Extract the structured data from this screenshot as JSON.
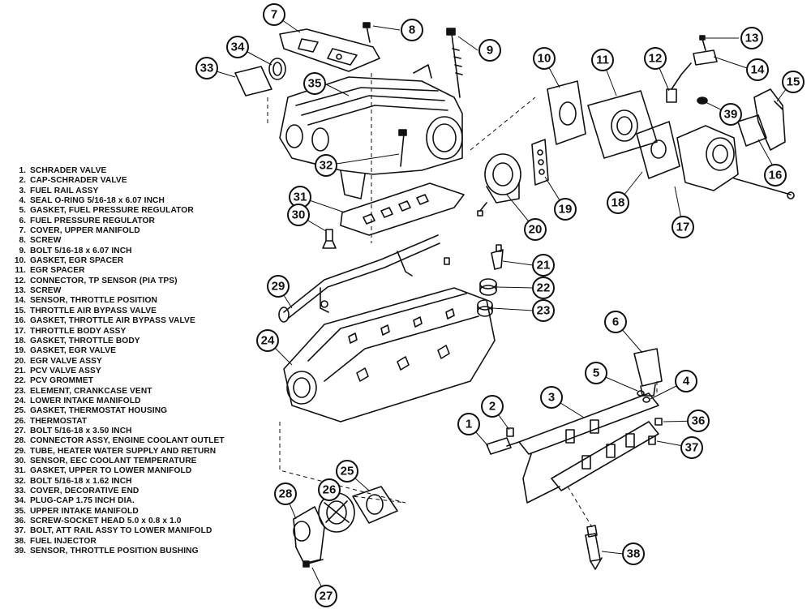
{
  "legend": [
    {
      "num": "1.",
      "text": "SCHRADER VALVE"
    },
    {
      "num": "2.",
      "text": "CAP-SCHRADER VALVE"
    },
    {
      "num": "3.",
      "text": "FUEL RAIL ASSY"
    },
    {
      "num": "4.",
      "text": "SEAL O-RING 5/16-18 x 6.07 INCH"
    },
    {
      "num": "5.",
      "text": "GASKET, FUEL PRESSURE REGULATOR"
    },
    {
      "num": "6.",
      "text": "FUEL PRESSURE REGULATOR"
    },
    {
      "num": "7.",
      "text": "COVER, UPPER MANIFOLD"
    },
    {
      "num": "8.",
      "text": "SCREW"
    },
    {
      "num": "9.",
      "text": "BOLT 5/16-18 x 6.07 INCH"
    },
    {
      "num": "10.",
      "text": "GASKET, EGR SPACER"
    },
    {
      "num": "11.",
      "text": "EGR SPACER"
    },
    {
      "num": "12.",
      "text": "CONNECTOR, TP SENSOR (PIA TPS)"
    },
    {
      "num": "13.",
      "text": "SCREW"
    },
    {
      "num": "14.",
      "text": "SENSOR, THROTTLE POSITION"
    },
    {
      "num": "15.",
      "text": "THROTTLE AIR BYPASS VALVE"
    },
    {
      "num": "16.",
      "text": "GASKET, THROTTLE AIR BYPASS VALVE"
    },
    {
      "num": "17.",
      "text": "THROTTLE BODY ASSY"
    },
    {
      "num": "18.",
      "text": "GASKET, THROTTLE BODY"
    },
    {
      "num": "19.",
      "text": "GASKET, EGR VALVE"
    },
    {
      "num": "20.",
      "text": "EGR VALVE ASSY"
    },
    {
      "num": "21.",
      "text": "PCV VALVE ASSY"
    },
    {
      "num": "22.",
      "text": "PCV GROMMET"
    },
    {
      "num": "23.",
      "text": "ELEMENT, CRANKCASE VENT"
    },
    {
      "num": "24.",
      "text": "LOWER INTAKE MANIFOLD"
    },
    {
      "num": "25.",
      "text": "GASKET, THERMOSTAT HOUSING"
    },
    {
      "num": "26.",
      "text": "THERMOSTAT"
    },
    {
      "num": "27.",
      "text": "BOLT 5/16-18 x 3.50 INCH"
    },
    {
      "num": "28.",
      "text": "CONNECTOR ASSY, ENGINE COOLANT OUTLET"
    },
    {
      "num": "29.",
      "text": "TUBE, HEATER WATER SUPPLY AND RETURN"
    },
    {
      "num": "30.",
      "text": "SENSOR, EEC COOLANT TEMPERATURE"
    },
    {
      "num": "31.",
      "text": "GASKET, UPPER TO LOWER MANIFOLD"
    },
    {
      "num": "32.",
      "text": "BOLT 5/16-18 x 1.62 INCH"
    },
    {
      "num": "33.",
      "text": "COVER, DECORATIVE END"
    },
    {
      "num": "34.",
      "text": "PLUG-CAP 1.75 INCH DIA."
    },
    {
      "num": "35.",
      "text": "UPPER INTAKE MANIFOLD"
    },
    {
      "num": "36.",
      "text": "SCREW-SOCKET HEAD 5.0 x 0.8 x 1.0"
    },
    {
      "num": "37.",
      "text": "BOLT, ATT RAIL ASSY TO LOWER MANIFOLD"
    },
    {
      "num": "38.",
      "text": "FUEL INJECTOR"
    },
    {
      "num": "39.",
      "text": "SENSOR, THROTTLE POSITION BUSHING"
    }
  ],
  "callouts": [
    "7",
    "8",
    "9",
    "34",
    "33",
    "35",
    "10",
    "11",
    "12",
    "13",
    "14",
    "15",
    "39",
    "16",
    "32",
    "31",
    "30",
    "20",
    "19",
    "18",
    "17",
    "21",
    "22",
    "23",
    "29",
    "24",
    "6",
    "5",
    "4",
    "3",
    "2",
    "1",
    "36",
    "37",
    "25",
    "28",
    "26",
    "27",
    "38"
  ],
  "colors": {
    "ink": "#111111",
    "paper": "#ffffff"
  }
}
